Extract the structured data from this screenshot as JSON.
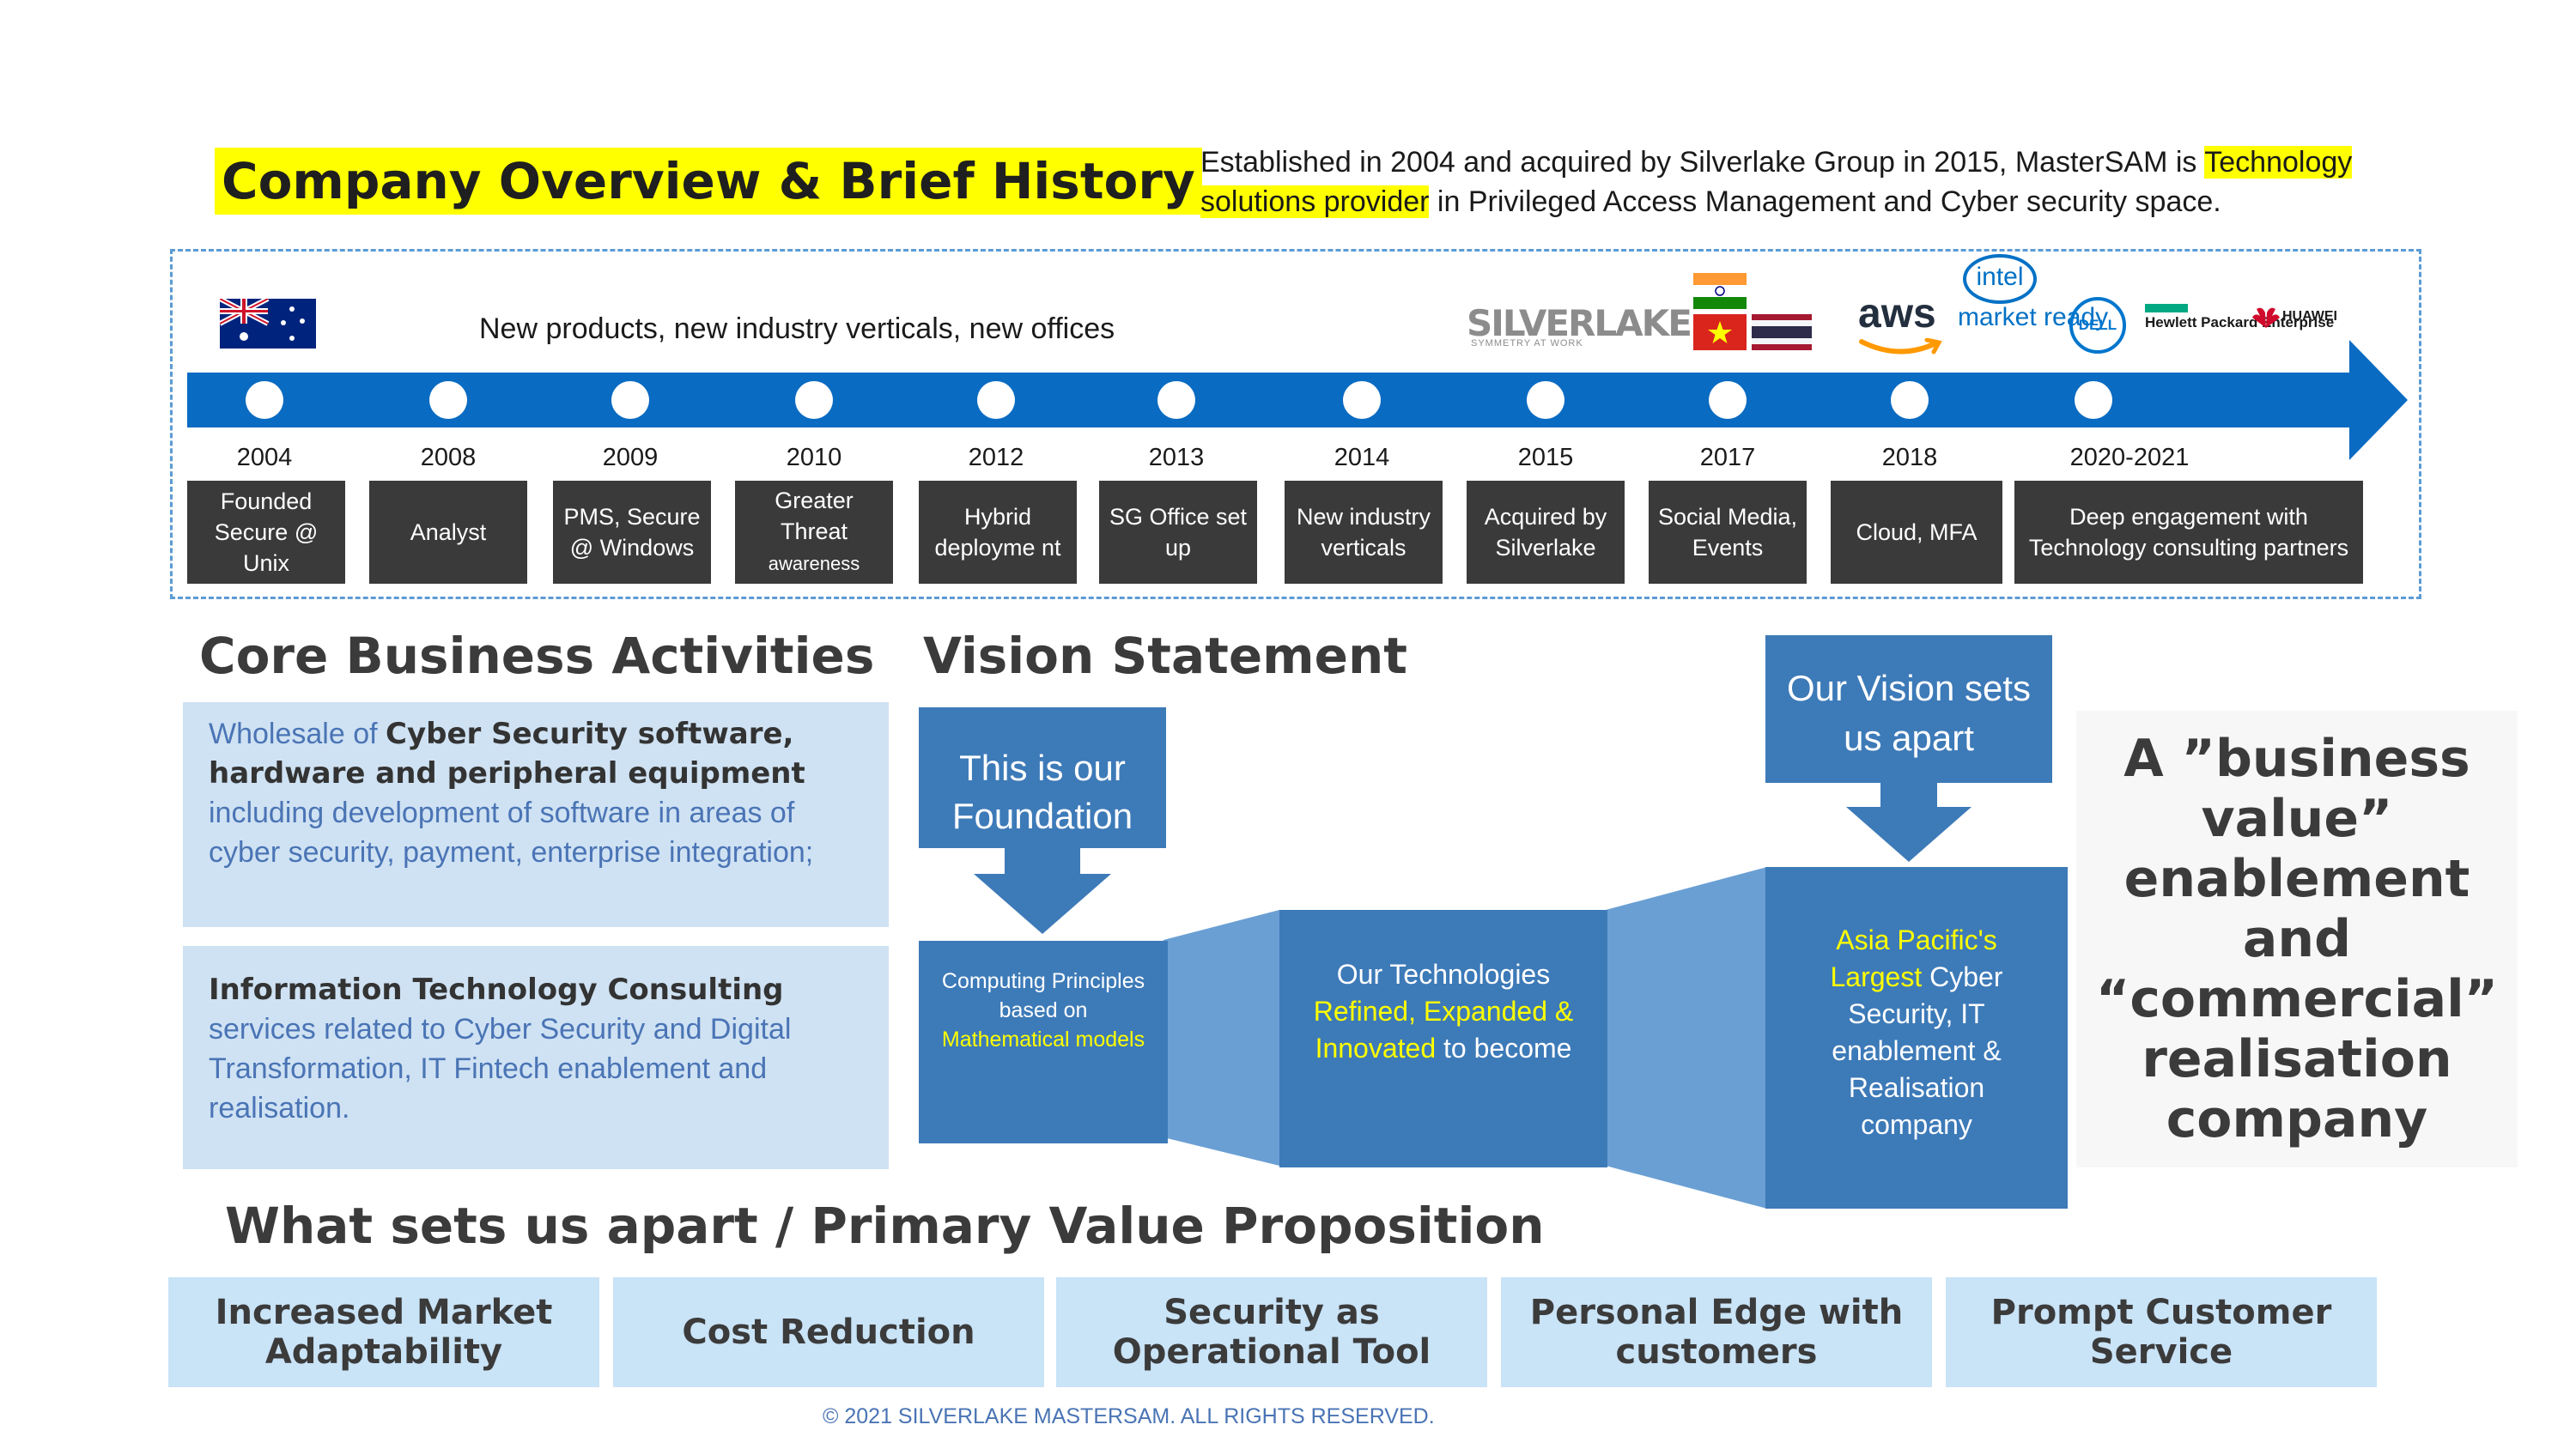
{
  "header": {
    "title": "Company Overview & Brief History",
    "intro_part1": "Established in 2004 and acquired by Silverlake Group in 2015, MasterSAM is ",
    "intro_highlight": "Technology solutions provider",
    "intro_part2": " in Privileged Access Management and Cyber security space."
  },
  "timeline": {
    "tagline": "New products, new industry verticals, new offices",
    "milestones": [
      {
        "year": "2004",
        "label": "Founded Secure @ Unix"
      },
      {
        "year": "2008",
        "label": "Analyst"
      },
      {
        "year": "2009",
        "label": "PMS, Secure @ Windows"
      },
      {
        "year": "2010",
        "label": "Greater Threat",
        "label_small": "awareness"
      },
      {
        "year": "2012",
        "label": "Hybrid deployme nt"
      },
      {
        "year": "2013",
        "label": "SG Office set up"
      },
      {
        "year": "2014",
        "label": "New industry verticals"
      },
      {
        "year": "2015",
        "label": "Acquired by Silverlake"
      },
      {
        "year": "2017",
        "label": "Social Media, Events"
      },
      {
        "year": "2018",
        "label": "Cloud, MFA"
      },
      {
        "year": "2020-2021",
        "label": "Deep engagement with Technology consulting partners"
      }
    ],
    "logos": {
      "silverlake": "SILVERLAKE",
      "silverlake_sub": "SYMMETRY AT WORK",
      "aws": "aws",
      "intel": "intel",
      "intel_sub": "market ready",
      "dell": "DELL",
      "hpe": "Hewlett Packard Enterprise",
      "huawei": "HUAWEI"
    },
    "colors": {
      "arrow": "#0a6bc2",
      "box": "#3a3a3a"
    }
  },
  "core": {
    "title": "Core Business Activities",
    "box1_pre": "Wholesale of ",
    "box1_bold": "Cyber Security software, hardware and peripheral equipment",
    "box1_rest": "including development of software in areas of cyber security, payment, enterprise integration;",
    "box2_bold": "Information Technology Consulting",
    "box2_rest": "services related to Cyber Security and Digital Transformation, IT Fintech enablement and realisation."
  },
  "vision": {
    "title": "Vision Statement",
    "foundation_callout": "This is our Foundation",
    "apart_callout": "Our Vision sets us apart",
    "box1_white": "Computing Principles based on",
    "box1_yellow": "Mathematical models",
    "box2_white_1": "Our Technologies",
    "box2_yellow": "Refined, Expanded & Innovated",
    "box2_white_2": " to become",
    "box3_yellow": "Asia Pacific's Largest",
    "box3_white": " Cyber Security, IT enablement & Realisation company"
  },
  "business_value": "A ”business value” enablement and “commercial” realisation company",
  "value_prop": {
    "title": "What sets us apart / Primary Value Proposition",
    "items": [
      "Increased Market Adaptability",
      "Cost Reduction",
      "Security as Operational Tool",
      "Personal Edge with customers",
      "Prompt Customer Service"
    ]
  },
  "footer": "© 2021 SILVERLAKE MASTERSAM. ALL RIGHTS RESERVED."
}
